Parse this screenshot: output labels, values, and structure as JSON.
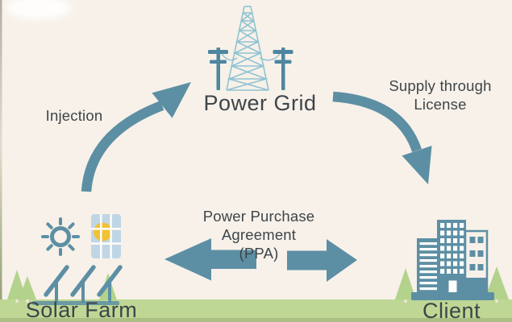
{
  "colors": {
    "teal": "#5d8fa4",
    "teal-dark": "#4d87a0",
    "teal-light": "#8fc2d2",
    "panel-blue": "#bfd6e6",
    "yellow": "#f2c233",
    "green": "#bed795",
    "green-dark": "#a9bf83",
    "tree-green": "#b3d28c",
    "cream": "#f7f1e9",
    "ink": "#3e454a"
  },
  "nodes": {
    "power_grid": {
      "label": "Power Grid",
      "icon": "transmission-tower-icon"
    },
    "solar_farm": {
      "label": "Solar Farm",
      "icon": "solar-farm-icon"
    },
    "client": {
      "label": "Client",
      "icon": "client-buildings-icon"
    }
  },
  "edges": {
    "injection": {
      "label": "Injection",
      "direction": "solar-farm-to-power-grid"
    },
    "supply_through_license": {
      "label_line1": "Supply through",
      "label_line2": "License",
      "direction": "power-grid-to-client"
    },
    "ppa": {
      "label_line1": "Power Purchase",
      "label_line2": "Agreement",
      "label_line3": "(PPA)",
      "direction": "bidirectional-solar-farm-client"
    }
  }
}
